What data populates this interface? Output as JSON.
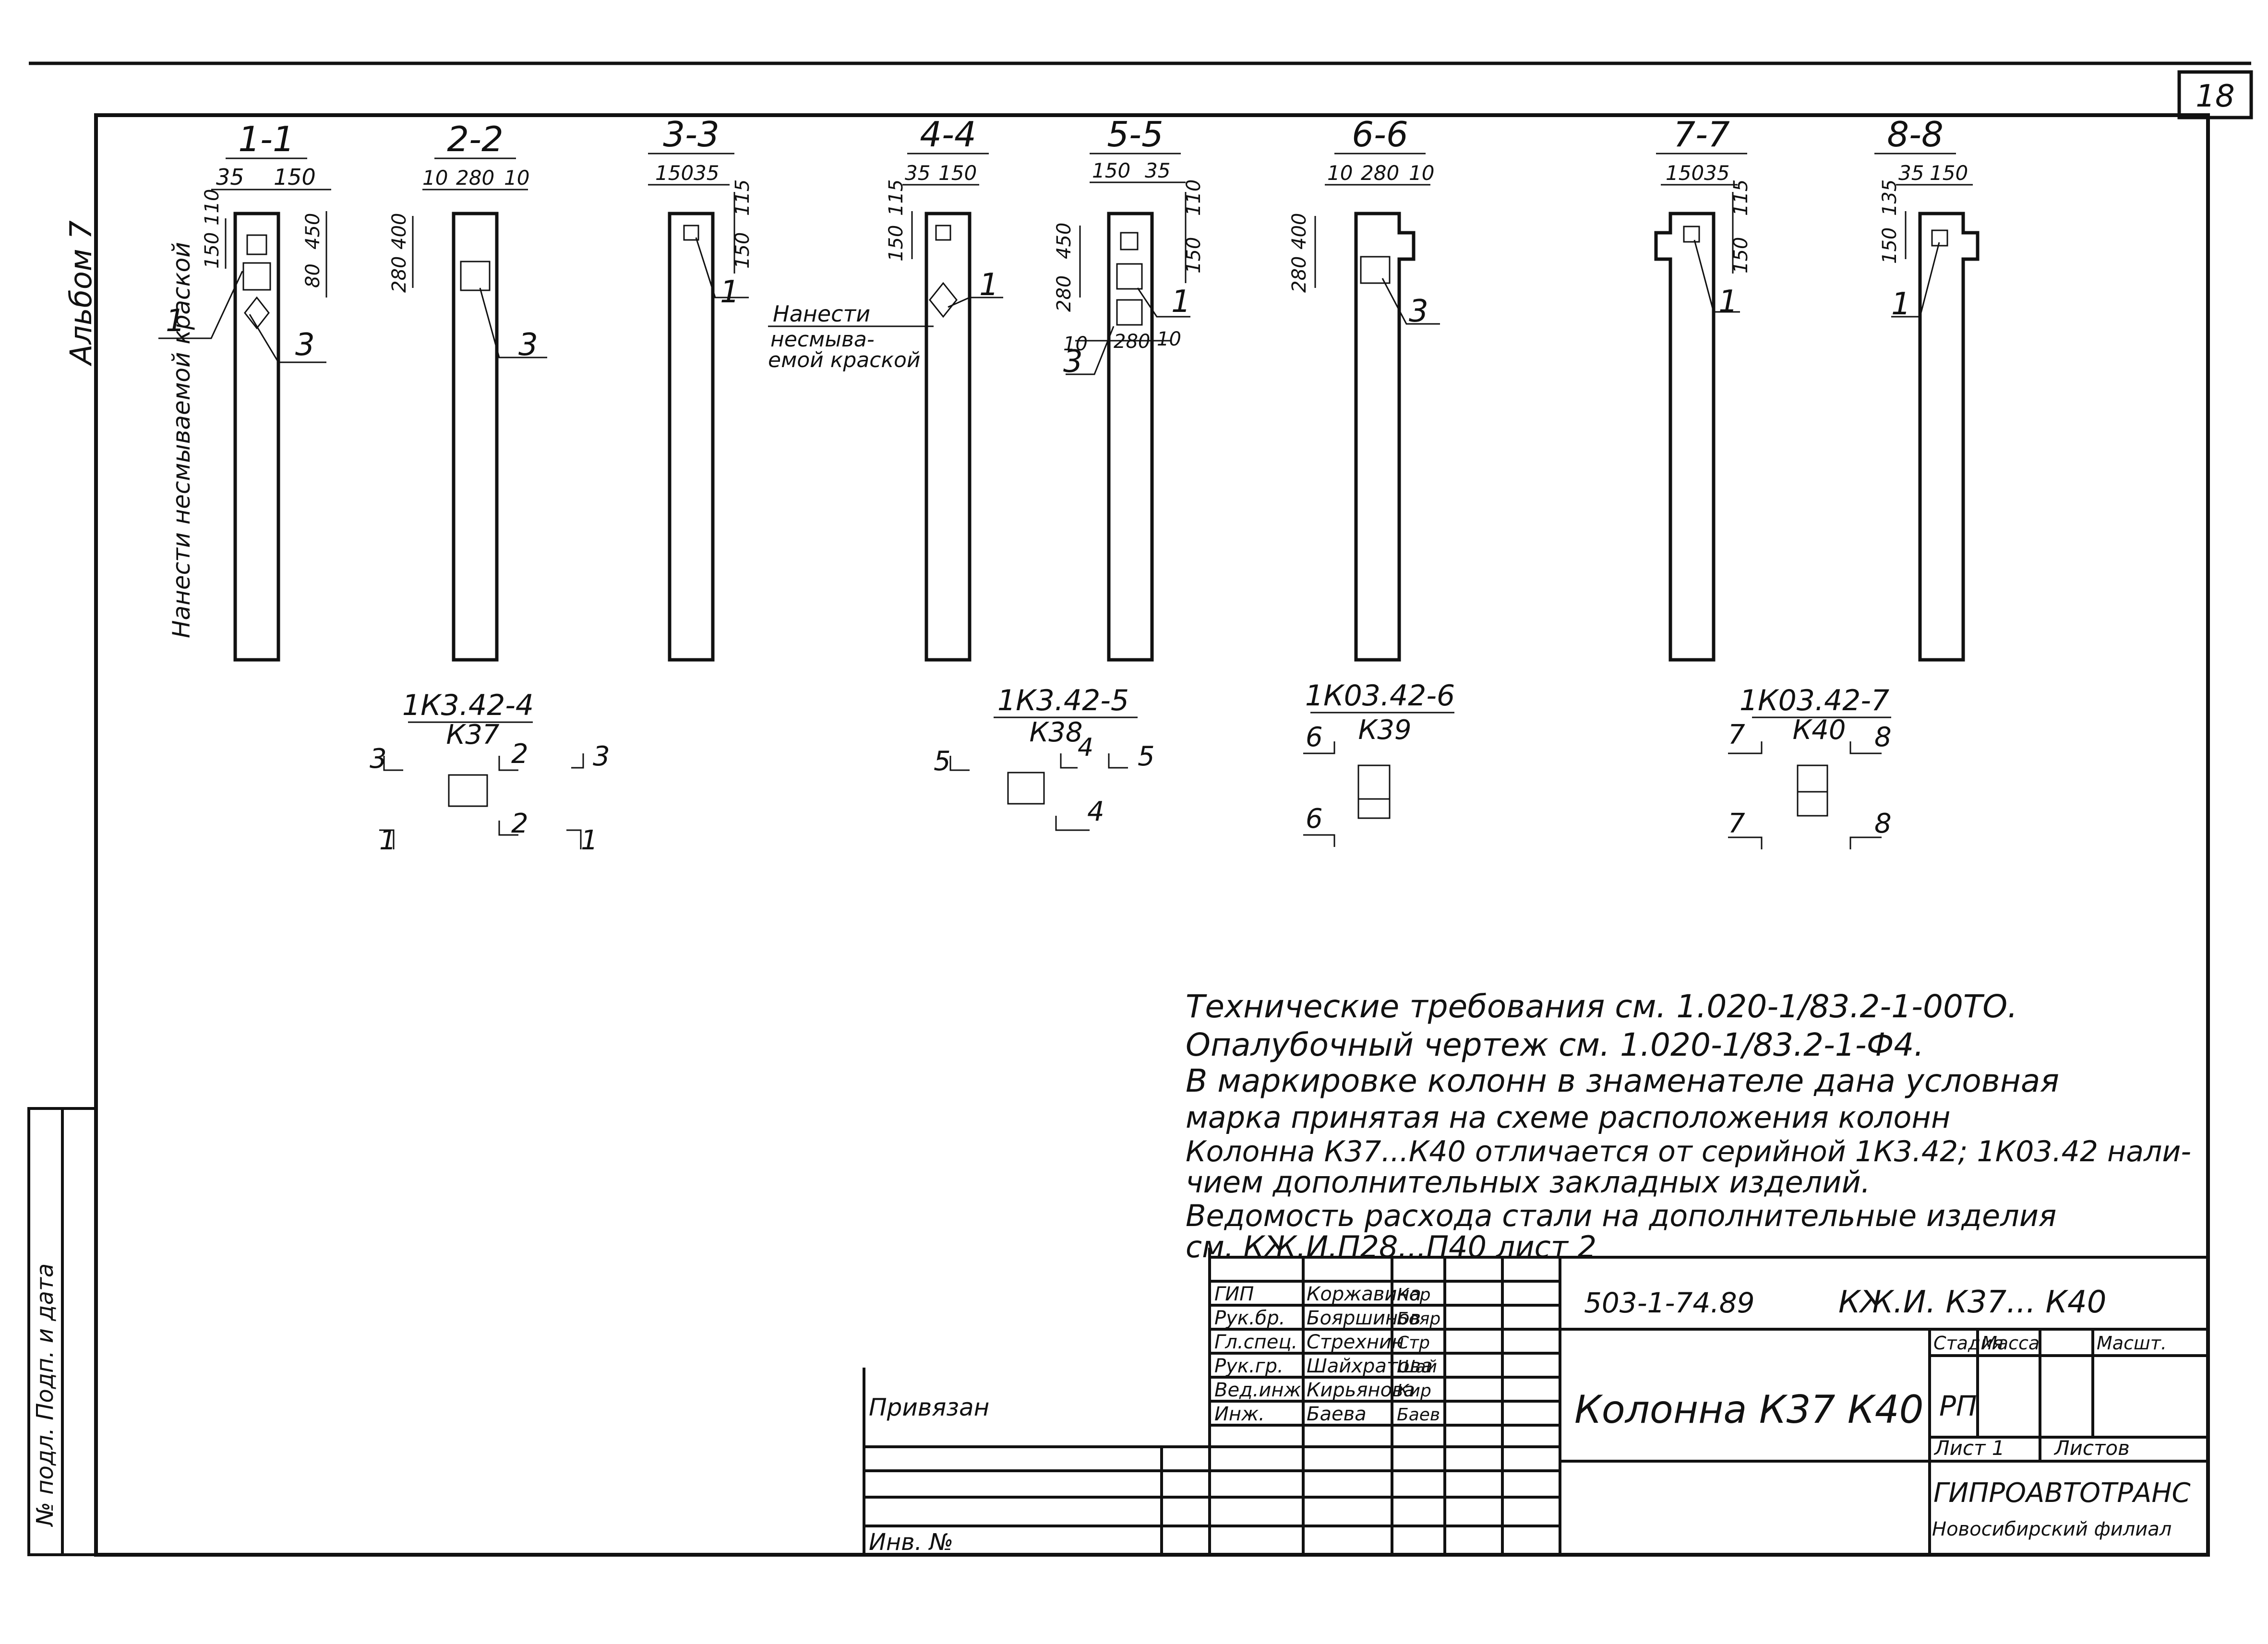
{
  "sheet": {
    "number": "18",
    "album": "Альбом 7",
    "side_stamp": "№ подл.  Подп. и дата"
  },
  "sections": [
    {
      "label": "1-1",
      "dims_top": [
        "35",
        "150"
      ],
      "dims_side": [
        "150",
        "110",
        "80",
        "450"
      ]
    },
    {
      "label": "2-2",
      "dims_top": [
        "10",
        "280",
        "10"
      ],
      "dims_side": [
        "280",
        "400"
      ]
    },
    {
      "label": "3-3",
      "dims_top": [
        "150",
        "35"
      ],
      "dims_side": [
        "115",
        "150"
      ]
    },
    {
      "label": "4-4",
      "dims_top": [
        "35",
        "150"
      ],
      "dims_side": [
        "150",
        "115"
      ]
    },
    {
      "label": "5-5",
      "dims_top": [
        "150",
        "35"
      ],
      "dims_side": [
        "280",
        "450",
        "110",
        "150"
      ],
      "dims_bottom": [
        "10",
        "280",
        "10"
      ]
    },
    {
      "label": "6-6",
      "dims_top": [
        "10",
        "280",
        "10"
      ],
      "dims_side": [
        "280",
        "400"
      ]
    },
    {
      "label": "7-7",
      "dims_top": [
        "150",
        "35"
      ],
      "dims_side": [
        "115",
        "150"
      ]
    },
    {
      "label": "8-8",
      "dims_top": [
        "35",
        "150"
      ],
      "dims_side": [
        "150",
        "135"
      ]
    }
  ],
  "callouts": {
    "item1": "1",
    "item3": "3",
    "paint_note_vertical": "Нанести несмываемой краской",
    "paint_note_44_line1": "Нанести",
    "paint_note_44_line2": "несмыва-",
    "paint_note_44_line3": "емой краской"
  },
  "marks": [
    {
      "series": "1К3.42-4",
      "mark": "К37",
      "cuts": [
        "3",
        "2",
        "3",
        "1",
        "2",
        "1"
      ]
    },
    {
      "series": "1К3.42-5",
      "mark": "К38",
      "cuts": [
        "5",
        "4",
        "5",
        "4"
      ]
    },
    {
      "series": "1К03.42-6",
      "mark": "К39",
      "cuts": [
        "6",
        "6"
      ]
    },
    {
      "series": "1К03.42-7",
      "mark": "К40",
      "cuts": [
        "7",
        "8",
        "7",
        "8"
      ]
    }
  ],
  "notes": [
    "Технические требования см. 1.020-1/83.2-1-00ТО.",
    "Опалубочный чертеж см. 1.020-1/83.2-1-Ф4.",
    "В маркировке колонн в знаменателе дана условная",
    "марка принятая на схеме расположения колонн",
    "Колонна К37...К40 отличается от серийной 1К3.42; 1К03.42 нали-",
    "чием дополнительных закладных изделий.",
    "Ведомость расхода стали на дополнительные изделия",
    "см.        КЖ.И.П28...П40 лист 2"
  ],
  "title_block": {
    "doc_code": "503-1-74.89",
    "doc_mark": "КЖ.И. К37... К40",
    "title": "Колонна К37 К40",
    "stage_h": "Стадия",
    "mass_h": "Масса",
    "scale_h": "Масшт.",
    "stage": "РП",
    "sheet_h": "Лист 1",
    "sheets_h": "Листов",
    "org": "ГИПРОАВТОТРАНС",
    "branch": "Новосибирский филиал",
    "privyazan": "Привязан",
    "inv": "Инв. №",
    "roles": [
      {
        "role": "ГИП",
        "name": "Коржавина",
        "sign": "Кор"
      },
      {
        "role": "Рук.бр.",
        "name": "Бояршинов",
        "sign": "Бояр"
      },
      {
        "role": "Гл.спец.",
        "name": "Стрехнин",
        "sign": "Стр"
      },
      {
        "role": "Рук.гр.",
        "name": "Шайхратова",
        "sign": "Шай"
      },
      {
        "role": "Вед.инж.",
        "name": "Кирьянова",
        "sign": "Кир"
      },
      {
        "role": "Инж.",
        "name": "Баева",
        "sign": "Баев"
      }
    ]
  }
}
